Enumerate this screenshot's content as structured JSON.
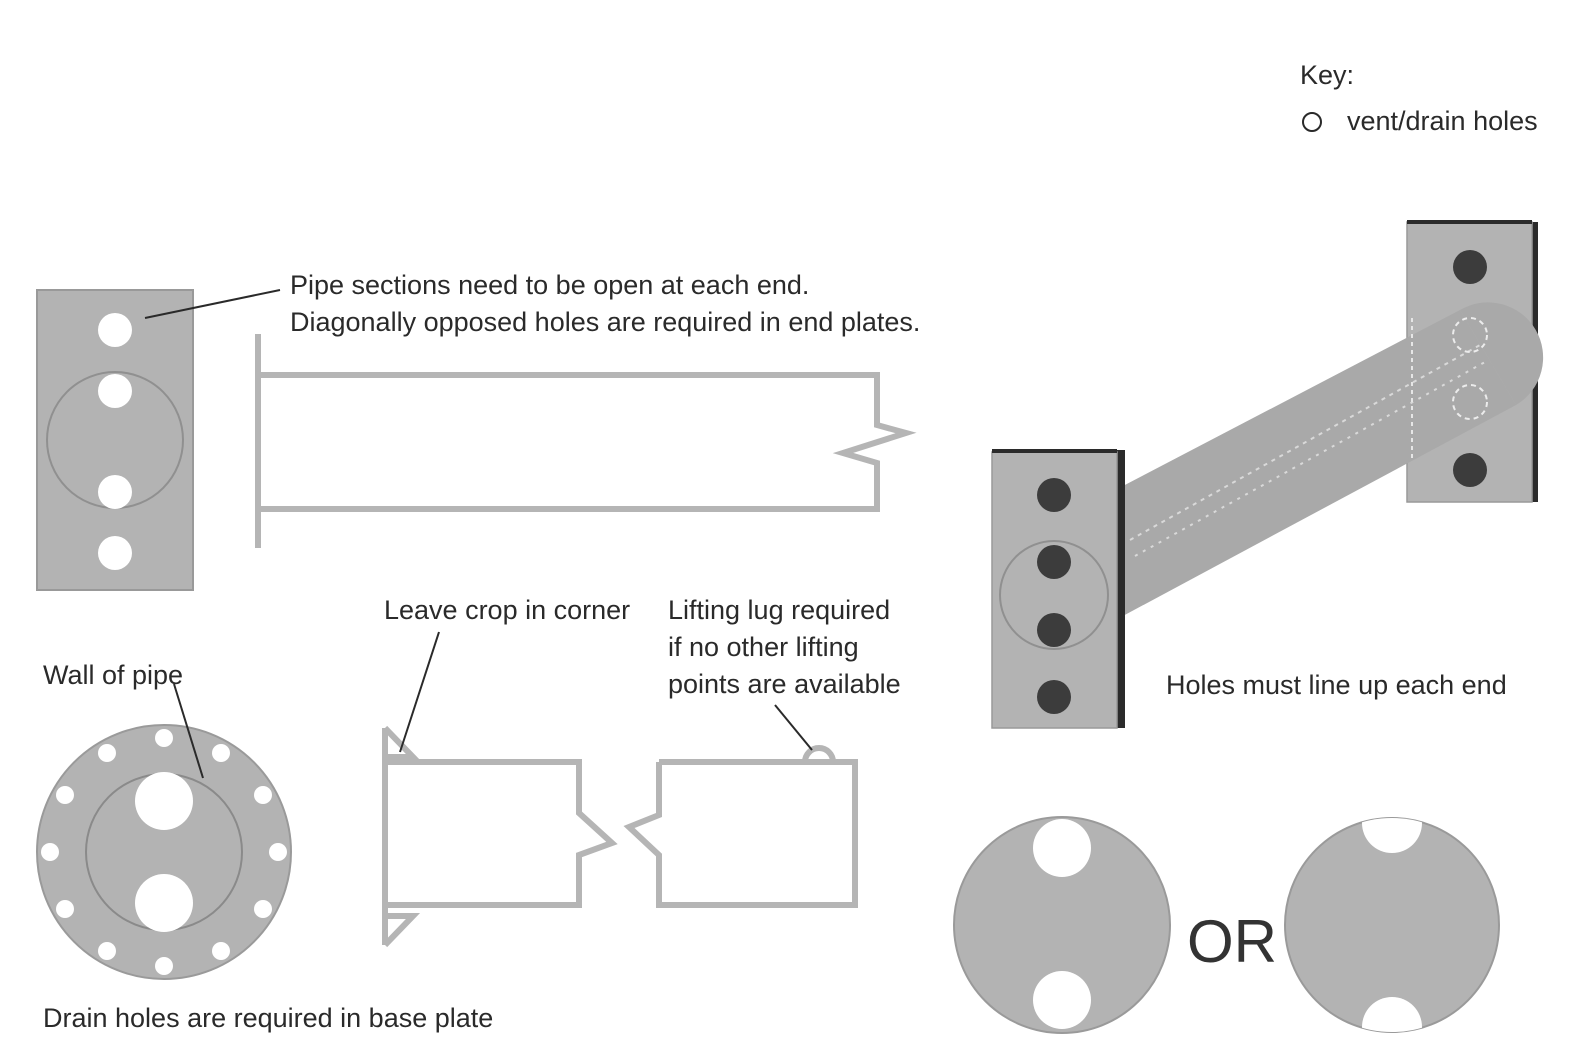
{
  "key": {
    "title": "Key:",
    "vent_drain_label": "vent/drain holes"
  },
  "labels": {
    "pipe_note_line1": "Pipe sections need to be open at each end.",
    "pipe_note_line2": "Diagonally opposed holes are required in end plates.",
    "wall_of_pipe": "Wall of pipe",
    "drain_base_plate": "Drain holes are required in base plate",
    "leave_crop": "Leave crop in corner",
    "lifting_line1": "Lifting lug required",
    "lifting_line2": "if no other lifting",
    "lifting_line3": "points are available",
    "holes_line_up": "Holes must line up each end",
    "or": "OR"
  },
  "colors": {
    "plate_grey": "#b3b3b3",
    "pipe_stroke": "#b5b5b5",
    "dark_hole": "#3c3c3c",
    "edge_dark": "#2b2b2b",
    "text": "#2a2a2a"
  }
}
